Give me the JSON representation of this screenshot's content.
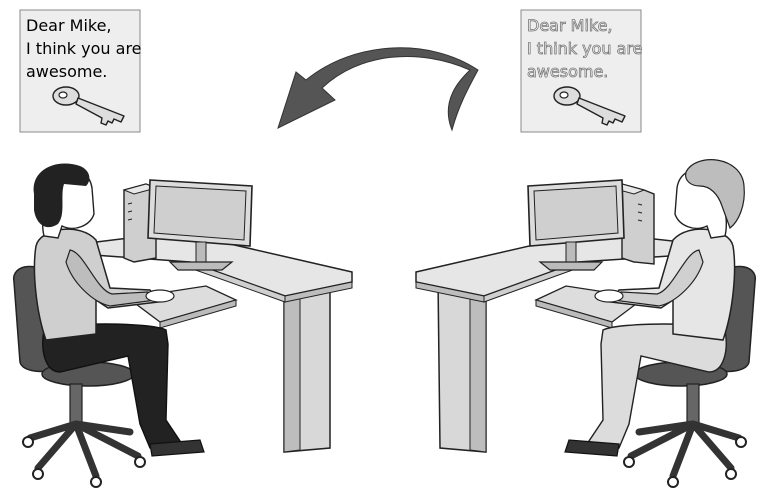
{
  "left_note": {
    "lines": [
      "Dear Mike,",
      "I think you are",
      "awesome."
    ],
    "icon": "key-icon"
  },
  "right_note": {
    "lines": [
      "Dear Mike,",
      "I think you are",
      "awesome."
    ],
    "icon": "key-icon"
  },
  "arrow": {
    "direction": "right-to-left",
    "icon": "curved-arrow-icon"
  },
  "people": [
    {
      "side": "left",
      "role": "recipient"
    },
    {
      "side": "right",
      "role": "sender"
    }
  ],
  "colors": {
    "outline": "#222222",
    "desk_light": "#e6e6e6",
    "desk_mid": "#cfcfcf",
    "chair": "#555555",
    "arrow": "#555555",
    "note_bg": "#eeeeee",
    "note_text": "#111111",
    "note_text_faded": "#9a9a9a"
  }
}
